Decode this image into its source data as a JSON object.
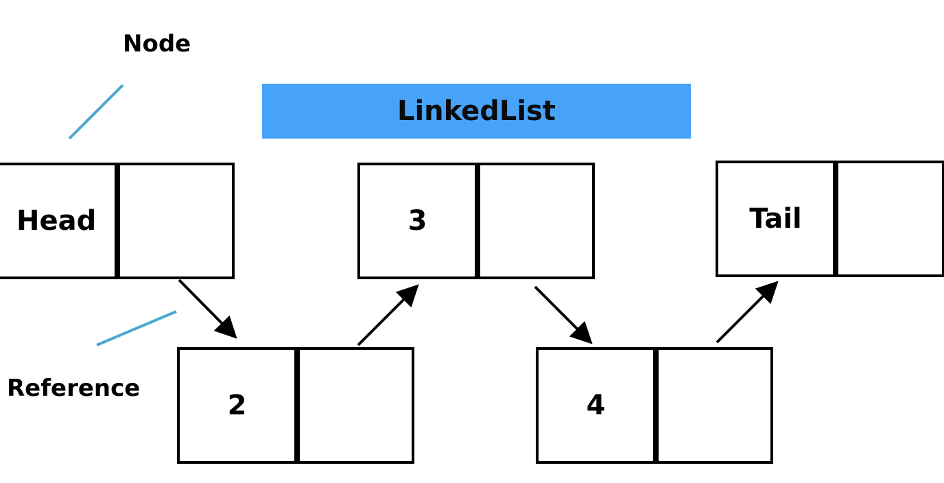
{
  "title": "LinkedList",
  "labels": {
    "node": "Node",
    "reference": "Reference"
  },
  "nodes": [
    {
      "value": "Head"
    },
    {
      "value": "2"
    },
    {
      "value": "3"
    },
    {
      "value": "4"
    },
    {
      "value": "Tail"
    }
  ],
  "colors": {
    "title_background": "#47a3f9",
    "callout_line": "#4ba8d0",
    "stroke": "#000000"
  }
}
